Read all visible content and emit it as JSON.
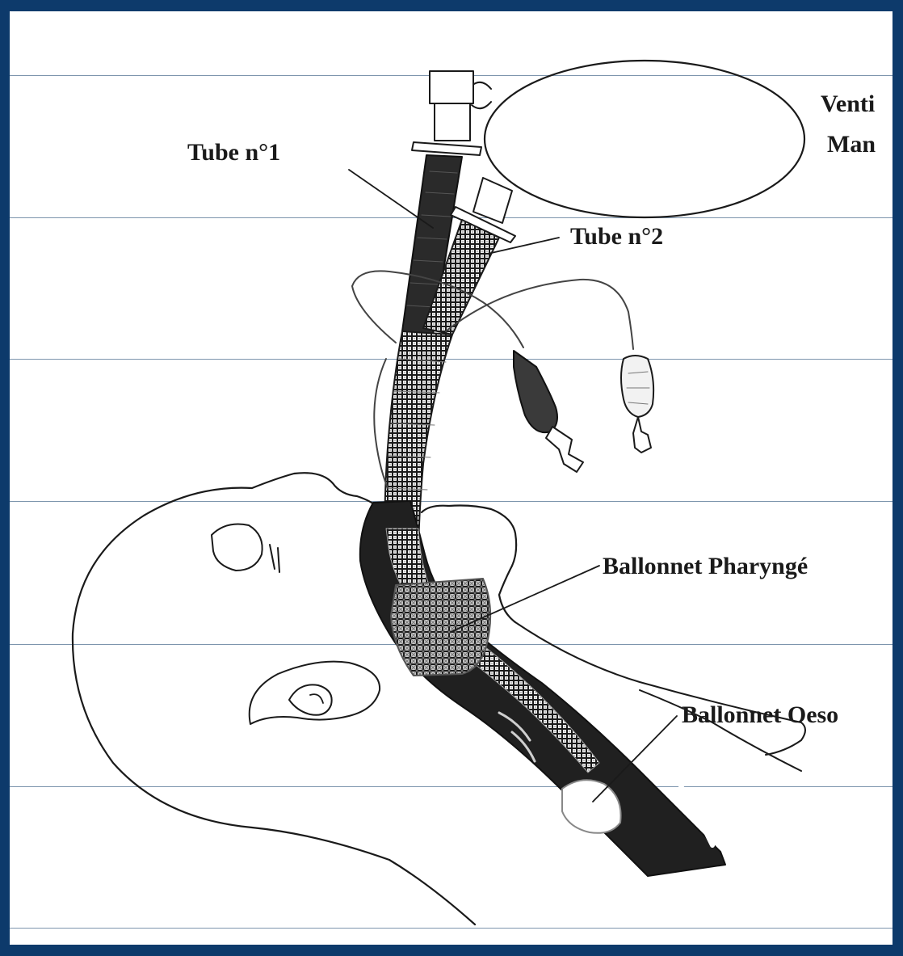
{
  "labels": {
    "tube1": "Tube n°1",
    "tube2": "Tube n°2",
    "ventilation_line1": "Venti",
    "ventilation_line2": "Man",
    "pharyngeal_cuff": "Ballonnet Pharyngé",
    "oesophageal_cuff": "Ballonnet Oeso"
  },
  "colors": {
    "background": "#0d3a6b",
    "panel": "#ffffff",
    "rules": "#7d95ad",
    "ink": "#1a1a1a"
  }
}
